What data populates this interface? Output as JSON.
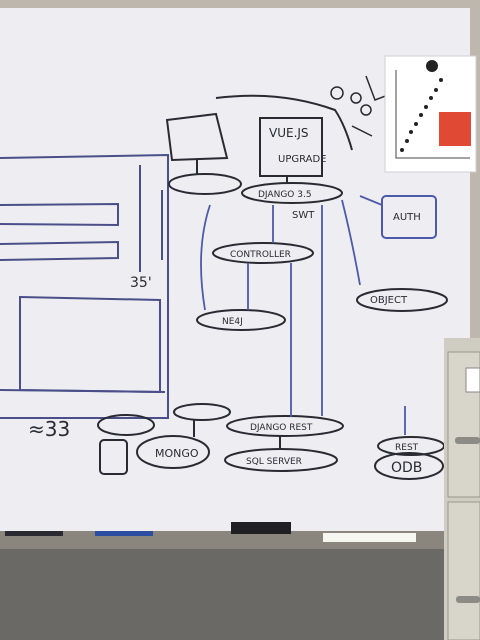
{
  "scene": {
    "description_labels": {
      "vue_box": "VUE.JS",
      "vue_sub": "UPGRADE",
      "django_node": "DJANGO 3.5",
      "swt_node": "SWT",
      "controller_node": "CONTROLLER",
      "ne4j_node": "NE4J",
      "auth_node": "AUTH",
      "object_node": "OBJECT",
      "django_rest_node": "DJANGO REST",
      "sql_server_node": "SQL SERVER",
      "rest_node": "REST",
      "odb_node": "ODB",
      "mongo_node": "MONGO",
      "left_measure_1": "35'",
      "left_measure_2": "≈33"
    },
    "colors": {
      "board": "#f1f1f4",
      "ink": "#2a2a33",
      "blue_ink": "#4c5aa8",
      "frame": "#bdb7ad",
      "wall": "#6d6964",
      "cabinet": "#cfccc1"
    }
  }
}
